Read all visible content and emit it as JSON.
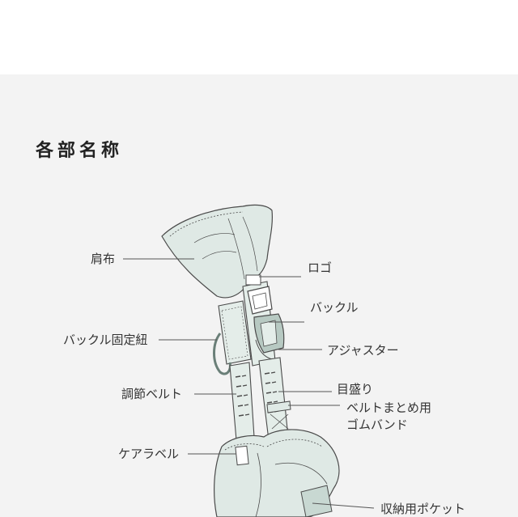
{
  "heading": "各部名称",
  "labels": {
    "shoulder_cloth": "肩布",
    "buckle_strap": "バックル固定紐",
    "adjust_belt": "調節ベルト",
    "care_label": "ケアラベル",
    "logo": "ロゴ",
    "buckle": "バックル",
    "adjuster": "アジャスター",
    "scale": "目盛り",
    "rubber_band_line1": "ベルトまとめ用",
    "rubber_band_line2": "ゴムバンド",
    "pocket": "収納用ポケット"
  },
  "colors": {
    "background_panel": "#f3f3f3",
    "fabric": "#dfe9e5",
    "fabric_dark": "#c8d8d2",
    "belt": "#e4ede9",
    "outline": "#4a4a4a",
    "leader_line": "#555555"
  }
}
